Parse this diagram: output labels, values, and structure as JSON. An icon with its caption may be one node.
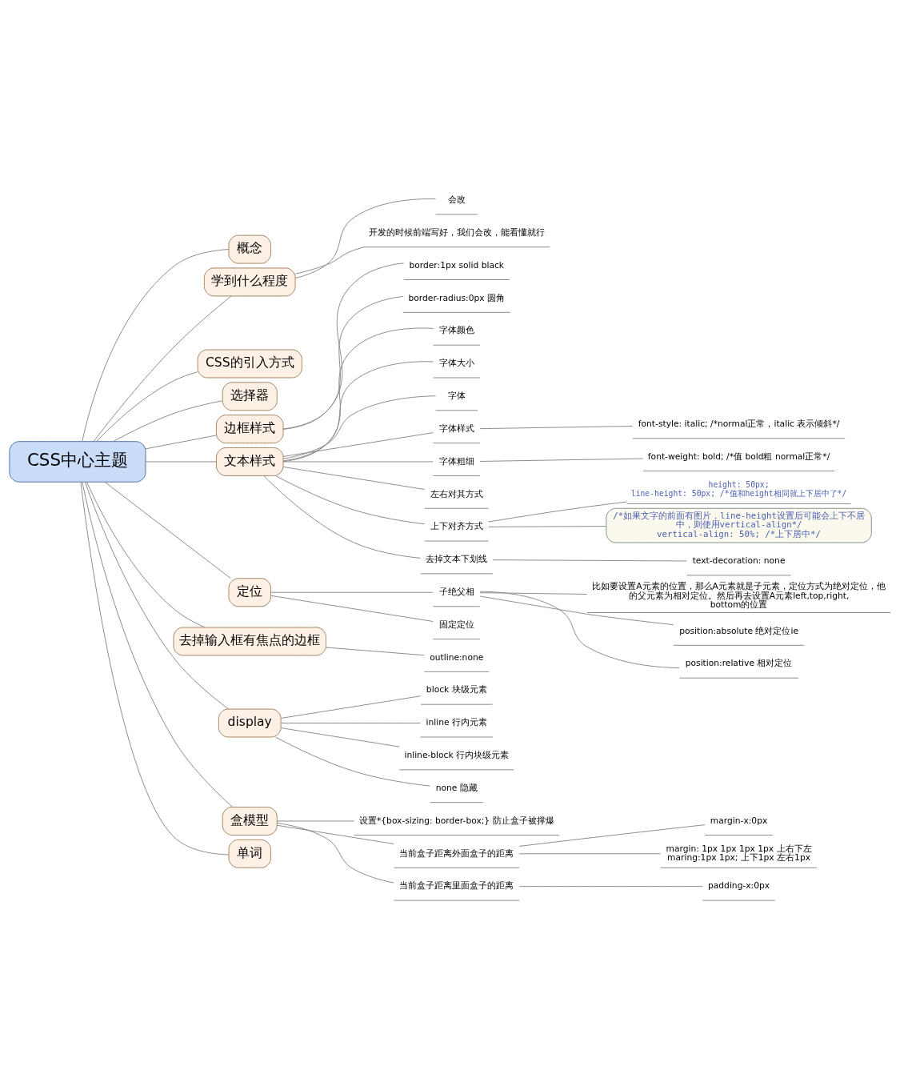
{
  "diagram": {
    "nodes": [
      {
        "text": [
          "CSS中心主题"
        ]
      },
      {
        "text": [
          "概念"
        ]
      },
      {
        "text": [
          "学到什么程度"
        ]
      },
      {
        "text": [
          "会改"
        ]
      },
      {
        "text": [
          "开发的时候前端写好，我们会改，能看懂就行"
        ]
      },
      {
        "text": [
          "CSS的引入方式"
        ]
      },
      {
        "text": [
          "选择器"
        ]
      },
      {
        "text": [
          "边框样式"
        ]
      },
      {
        "text": [
          "border:1px solid black"
        ]
      },
      {
        "text": [
          "border-radius:0px 圆角"
        ]
      },
      {
        "text": [
          "文本样式"
        ]
      },
      {
        "text": [
          "字体颜色"
        ]
      },
      {
        "text": [
          "字体大小"
        ]
      },
      {
        "text": [
          "字体"
        ]
      },
      {
        "text": [
          "字体样式"
        ]
      },
      {
        "text": [
          "font-style: italic; /*normal正常，italic 表示倾斜*/"
        ]
      },
      {
        "text": [
          "字体粗细"
        ]
      },
      {
        "text": [
          "font-weight: bold; /*值 bold粗 normal正常*/"
        ]
      },
      {
        "text": [
          "左右对其方式"
        ]
      },
      {
        "text": [
          "上下对齐方式"
        ]
      },
      {
        "text": [
          "height: 50px;",
          "line-height: 50px; /*值和height相同就上下居中了*/"
        ]
      },
      {
        "text": [
          "/*如果文字的前面有图片，line-height设置后可能会上下不居中，则使用vertical-align*/",
          "vertical-align: 50%; /*上下居中*/"
        ]
      },
      {
        "text": [
          "去掉文本下划线"
        ]
      },
      {
        "text": [
          "text-decoration: none"
        ]
      },
      {
        "text": [
          "定位"
        ]
      },
      {
        "text": [
          "子绝父相"
        ]
      },
      {
        "text": [
          "比如要设置A元素的位置，那么A元素就是子元素，定位方式为绝对定位，他的父元素为相对定位。然后再去设置A元素left,top,right,bottom的位置"
        ]
      },
      {
        "text": [
          "position:absolute 绝对定位ie"
        ]
      },
      {
        "text": [
          "position:relative 相对定位"
        ]
      },
      {
        "text": [
          "固定定位"
        ]
      },
      {
        "text": [
          "去掉输入框有焦点的边框"
        ]
      },
      {
        "text": [
          "outline:none"
        ]
      },
      {
        "text": [
          "display"
        ]
      },
      {
        "text": [
          "block 块级元素"
        ]
      },
      {
        "text": [
          "inline 行内元素"
        ]
      },
      {
        "text": [
          "inline-block 行内块级元素"
        ]
      },
      {
        "text": [
          "none 隐藏"
        ]
      },
      {
        "text": [
          "盒模型"
        ]
      },
      {
        "text": [
          "设置*{box-sizing: border-box;} 防止盒子被撑爆"
        ]
      },
      {
        "text": [
          "当前盒子距离外面盒子的距离"
        ]
      },
      {
        "text": [
          "margin-x:0px"
        ]
      },
      {
        "text": [
          "margin: 1px 1px 1px 1px 上右下左",
          "maring:1px 1px; 上下1px 左右1px"
        ]
      },
      {
        "text": [
          "当前盒子距离里面盒子的距离"
        ]
      },
      {
        "text": [
          "padding-x:0px"
        ]
      },
      {
        "text": [
          "单词"
        ]
      }
    ],
    "edges": [
      {
        "from": 0,
        "to": 1,
        "arrow": "none"
      },
      {
        "from": 0,
        "to": 2,
        "arrow": "none"
      },
      {
        "from": 2,
        "to": 3,
        "arrow": "none"
      },
      {
        "from": 2,
        "to": 4,
        "arrow": "none"
      },
      {
        "from": 0,
        "to": 5,
        "arrow": "none"
      },
      {
        "from": 0,
        "to": 6,
        "arrow": "none"
      },
      {
        "from": 0,
        "to": 7,
        "arrow": "none"
      },
      {
        "from": 7,
        "to": 8,
        "arrow": "none"
      },
      {
        "from": 7,
        "to": 9,
        "arrow": "none"
      },
      {
        "from": 0,
        "to": 10,
        "arrow": "none"
      },
      {
        "from": 10,
        "to": 11,
        "arrow": "none"
      },
      {
        "from": 10,
        "to": 12,
        "arrow": "none"
      },
      {
        "from": 10,
        "to": 13,
        "arrow": "none"
      },
      {
        "from": 10,
        "to": 14,
        "arrow": "none"
      },
      {
        "from": 14,
        "to": 15,
        "arrow": "none"
      },
      {
        "from": 10,
        "to": 16,
        "arrow": "none"
      },
      {
        "from": 16,
        "to": 17,
        "arrow": "none"
      },
      {
        "from": 10,
        "to": 18,
        "arrow": "none"
      },
      {
        "from": 10,
        "to": 19,
        "arrow": "none"
      },
      {
        "from": 19,
        "to": 20,
        "arrow": "none"
      },
      {
        "from": 19,
        "to": 21,
        "arrow": "none"
      },
      {
        "from": 10,
        "to": 22,
        "arrow": "none"
      },
      {
        "from": 22,
        "to": 23,
        "arrow": "none"
      },
      {
        "from": 0,
        "to": 24,
        "arrow": "none"
      },
      {
        "from": 24,
        "to": 25,
        "arrow": "none"
      },
      {
        "from": 25,
        "to": 26,
        "arrow": "none"
      },
      {
        "from": 25,
        "to": 27,
        "arrow": "none"
      },
      {
        "from": 25,
        "to": 28,
        "arrow": "none"
      },
      {
        "from": 24,
        "to": 29,
        "arrow": "none"
      },
      {
        "from": 0,
        "to": 30,
        "arrow": "none"
      },
      {
        "from": 30,
        "to": 31,
        "arrow": "none"
      },
      {
        "from": 0,
        "to": 32,
        "arrow": "none"
      },
      {
        "from": 32,
        "to": 33,
        "arrow": "none"
      },
      {
        "from": 32,
        "to": 34,
        "arrow": "none"
      },
      {
        "from": 32,
        "to": 35,
        "arrow": "none"
      },
      {
        "from": 32,
        "to": 36,
        "arrow": "none"
      },
      {
        "from": 0,
        "to": 37,
        "arrow": "none"
      },
      {
        "from": 37,
        "to": 38,
        "arrow": "none"
      },
      {
        "from": 37,
        "to": 39,
        "arrow": "none"
      },
      {
        "from": 39,
        "to": 40,
        "arrow": "none"
      },
      {
        "from": 39,
        "to": 41,
        "arrow": "none"
      },
      {
        "from": 37,
        "to": 42,
        "arrow": "none"
      },
      {
        "from": 42,
        "to": 43,
        "arrow": "none"
      },
      {
        "from": 0,
        "to": 44,
        "arrow": "none"
      }
    ]
  }
}
